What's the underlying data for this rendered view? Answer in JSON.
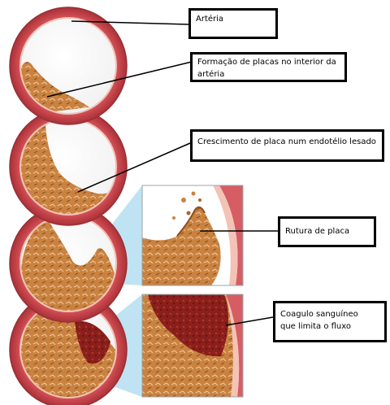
{
  "labels": {
    "arteria": "Artéria",
    "formacao": "Formação de placas no interior da artéria",
    "crescimento": "Crescimento de placa num endotélio lesado",
    "rutura": "Rutura de placa",
    "coagulo": "Coagulo sanguíneo que limita o fluxo"
  },
  "colors": {
    "artery_wall": "#d65d63",
    "artery_inner": "#f3c3b6",
    "plaque": "#c98240",
    "plaque_dark": "#8f4f1c",
    "clot": "#8a1f1b",
    "zoom_callout": "#bfe3f2"
  }
}
